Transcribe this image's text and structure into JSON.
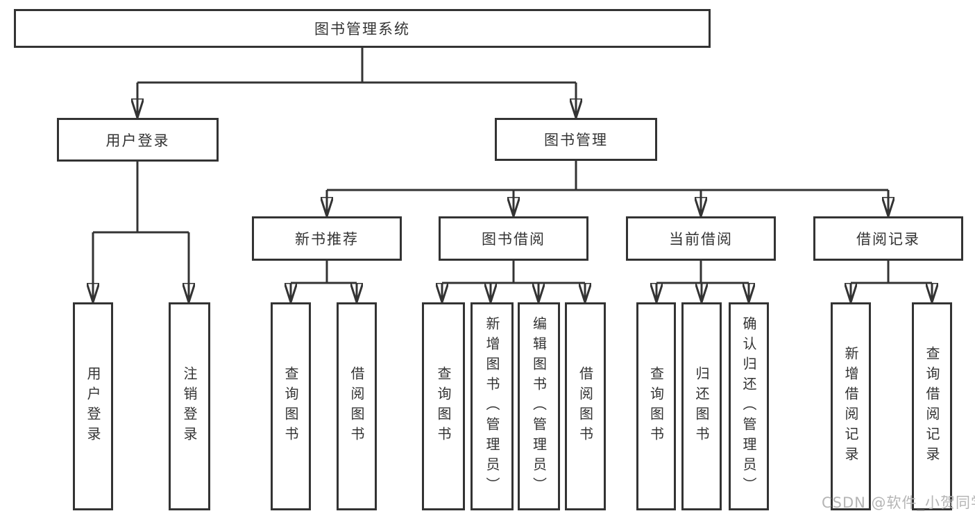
{
  "colors": {
    "line": "#333333",
    "box_border": "#333333",
    "text": "#333333",
    "watermark": "#b5b5b5"
  },
  "tree": {
    "label": "图书管理系统",
    "children": [
      {
        "label": "用户登录",
        "children": [
          {
            "label": "用户登录"
          },
          {
            "label": "注销登录"
          }
        ]
      },
      {
        "label": "图书管理",
        "children": [
          {
            "label": "新书推荐",
            "children": [
              {
                "label": "查询图书"
              },
              {
                "label": "借阅图书"
              }
            ]
          },
          {
            "label": "图书借阅",
            "children": [
              {
                "label": "查询图书"
              },
              {
                "label": "新增图书（管理员）"
              },
              {
                "label": "编辑图书（管理员）"
              },
              {
                "label": "借阅图书"
              }
            ]
          },
          {
            "label": "当前借阅",
            "children": [
              {
                "label": "查询图书"
              },
              {
                "label": "归还图书"
              },
              {
                "label": "确认归还（管理员）"
              }
            ]
          },
          {
            "label": "借阅记录",
            "children": [
              {
                "label": "新增借阅记录"
              },
              {
                "label": "查询借阅记录"
              }
            ]
          }
        ]
      }
    ]
  },
  "watermark": "CSDN @软件_小贺同学"
}
